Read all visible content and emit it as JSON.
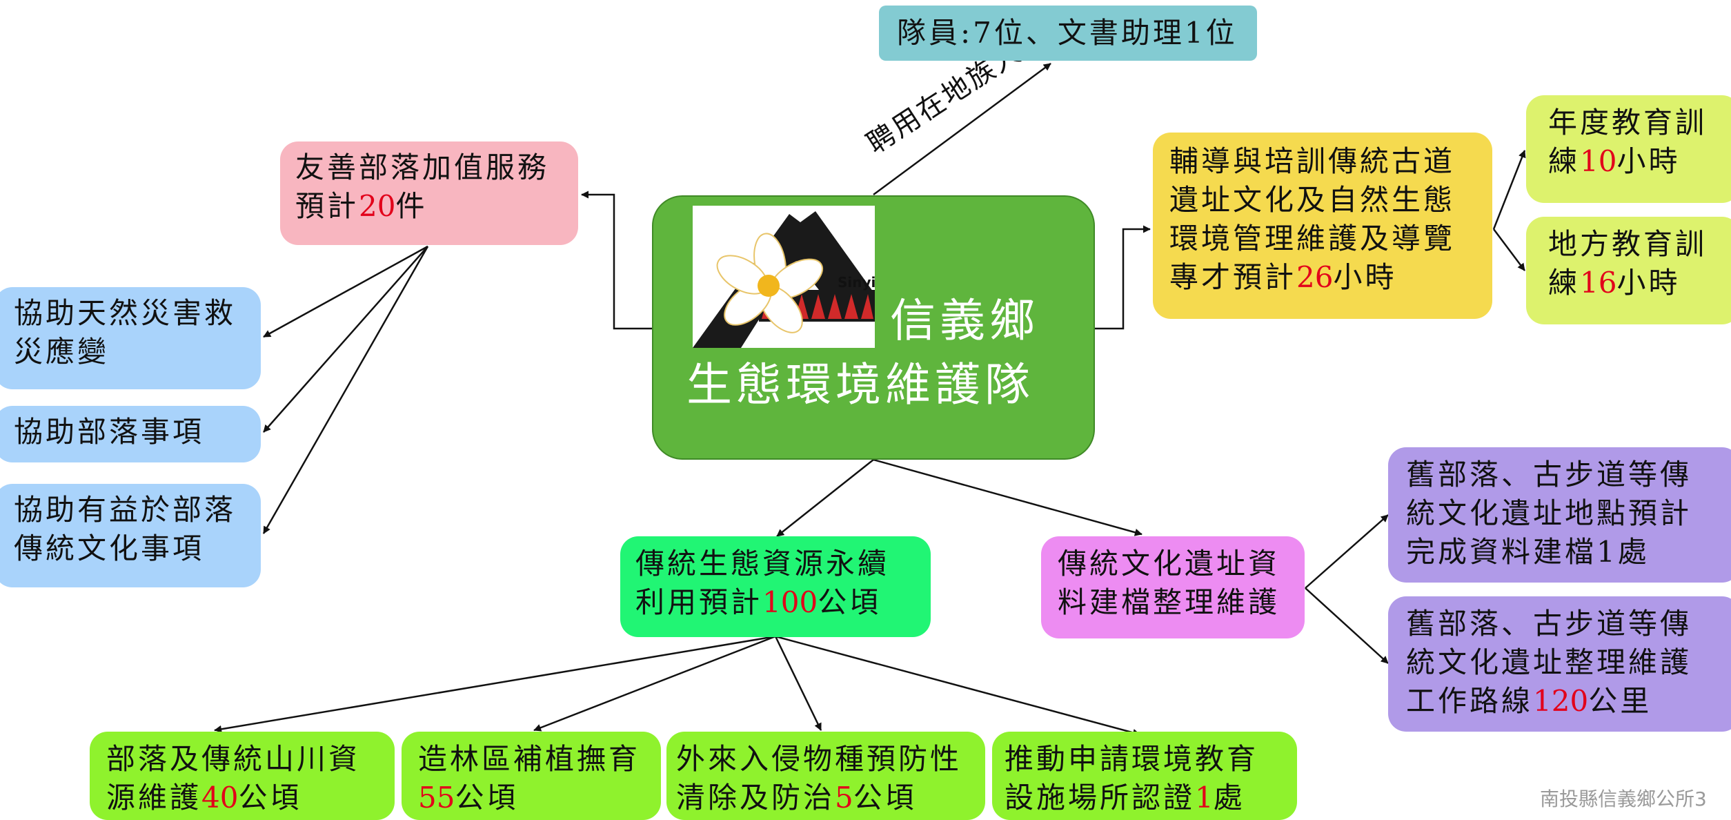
{
  "center": {
    "line1": "信義鄉",
    "line2": "生態環境維護隊",
    "logo_text": "Sinyi"
  },
  "edge_label": "聘用在地族人",
  "staff": "隊員:7位、文書助理1位",
  "service": {
    "pre": "友善部落加值服務預計",
    "num": "20",
    "post": "件"
  },
  "service_items": [
    "協助天然災害救災應變",
    "協助部落事項",
    "協助有益於部落傳統文化事項"
  ],
  "training": {
    "pre": "輔導與培訓傳統古道遺址文化及自然生態環境管理維護及導覽專才預計",
    "num": "26",
    "post": "小時"
  },
  "annual_training": {
    "pre": "年度教育訓練",
    "num": "10",
    "post": "小時"
  },
  "local_training": {
    "pre": "地方教育訓練",
    "num": "16",
    "post": "小時"
  },
  "eco": {
    "pre": "傳統生態資源永續利用預計",
    "num": "100",
    "post": "公頃"
  },
  "eco_items": [
    {
      "pre": "部落及傳統山川資源維護",
      "num": "40",
      "post": "公頃"
    },
    {
      "pre": "造林區補植撫育",
      "num": "55",
      "post": "公頃"
    },
    {
      "pre": "外來入侵物種預防性清除及防治",
      "num": "5",
      "post": "公頃"
    },
    {
      "pre": "推動申請環境教育設施場所認證",
      "num": "1",
      "post": "處"
    }
  ],
  "heritage": "傳統文化遺址資料建檔整理維護",
  "heritage_items": [
    "舊部落、古步道等傳統文化遺址地點預計完成資料建檔1處",
    {
      "pre": "舊部落、古步道等傳統文化遺址整理維護工作路線",
      "num": "120",
      "post": "公里"
    }
  ],
  "footer": "南投縣信義鄉公所3",
  "colors": {
    "center": "#5fb53d",
    "staff": "#83cbd2",
    "service": "#f8b6c0",
    "service_items": "#a9d3fb",
    "training": "#f5da4f",
    "training_sub": "#ddf26d",
    "eco": "#21f574",
    "eco_items": "#8ff22d",
    "heritage": "#ed8cf2",
    "heritage_items": "#b09ae8",
    "highlight": "#e2001a"
  }
}
